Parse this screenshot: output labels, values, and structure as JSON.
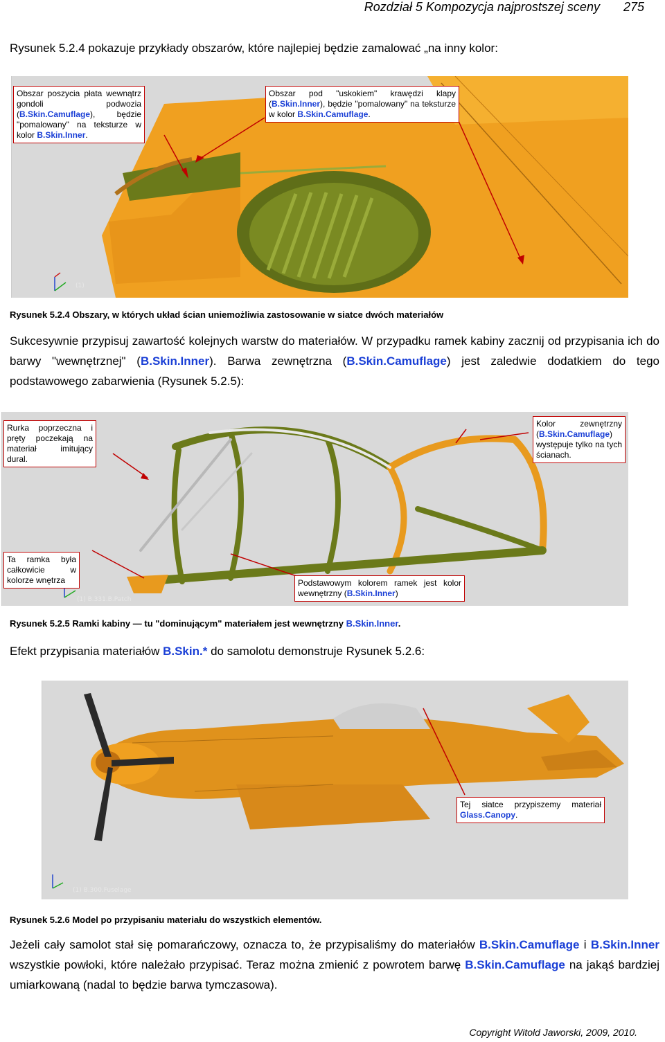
{
  "header": {
    "chapter": "Rozdział 5 Kompozycja najprostszej sceny",
    "page": "275"
  },
  "intro": "Rysunek 5.2.4 pokazuje przykłady obszarów, które najlepiej będzie zamalować „na inny kolor:",
  "fig1": {
    "callout_left": {
      "pre": "Obszar poszycia płata wewnątrz gondoli podwozia (",
      "code1": "B.Skin.Camuflage",
      "mid": "), będzie \"pomalowany\" na teksturze w kolor ",
      "code2": "B.Skin.Inner",
      "post": "."
    },
    "callout_right": {
      "pre": "Obszar pod \"uskokiem\" krawędzi klapy (",
      "code1": "B.Skin.Inner",
      "mid": "), będzie \"pomalowany\" na teksturze w kolor ",
      "code2": "B.Skin.Camuflage",
      "post": "."
    },
    "viewport_label": "(1)",
    "caption": "Rysunek 5.2.4 Obszary, w których układ ścian uniemożliwia zastosowanie w siatce dwóch materiałów"
  },
  "para2": {
    "t1": "Sukcesywnie przypisuj zawartość kolejnych warstw do materiałów. W przypadku ramek kabiny zacznij od przypisania ich do barwy \"wewnętrznej\" (",
    "c1": "B.Skin.Inner",
    "t2": "). Barwa zewnętrzna (",
    "c2": "B.Skin.Camuflage",
    "t3": ") jest zaledwie dodatkiem do tego podstawowego zabarwienia (Rysunek 5.2.5):"
  },
  "fig2": {
    "callout_tl": "Rurka poprzeczna i pręty poczekają na materiał imitujący dural.",
    "callout_tr": {
      "pre": "Kolor zewnętrzny (",
      "code": "B.Skin.Camuflage",
      "post": ") występuje tylko na tych ścianach."
    },
    "callout_bl": "Ta ramka była całkowicie w kolorze wnętrza",
    "callout_bm": {
      "pre": "Podstawowym kolorem ramek jest kolor wewnętrzny (",
      "code": "B.Skin.Inner",
      "post": ")"
    },
    "viewport_label": "(1) B.331.B.Patch",
    "caption_pre": "Rysunek 5.2.5 Ramki kabiny — tu \"dominującym\" materiałem jest wewnętrzny ",
    "caption_code": "B.Skin.Inner",
    "caption_post": "."
  },
  "para3": {
    "pre": "Efekt przypisania materiałów ",
    "code": "B.Skin.*",
    "post": " do samolotu demonstruje Rysunek 5.2.6:"
  },
  "fig3": {
    "callout": {
      "pre": "Tej siatce przypiszemy materiał ",
      "code": "Glass.Canopy",
      "post": "."
    },
    "viewport_label": "(1) B.300.Fuselage",
    "caption": "Rysunek 5.2.6 Model po przypisaniu materiału do wszystkich elementów."
  },
  "para4": {
    "t1": "Jeżeli cały samolot stał się pomarańczowy, oznacza to, że przypisaliśmy do materiałów ",
    "c1": "B.Skin.Camuflage",
    "t2": " i ",
    "c2": "B.Skin.Inner",
    "t3": " wszystkie powłoki, które należało przypisać. Teraz można zmienić z powrotem barwę ",
    "c3": "B.Skin.Camuflage",
    "t4": " na jakąś bardziej umiarkowaną (nadal to będzie barwa tymczasowa)."
  },
  "footer": "Copyright Witold Jaworski, 2009, 2010.",
  "colors": {
    "orange": "#f0a020",
    "olive": "#6b7a1a",
    "viewport": "#d9d9d9",
    "callout_border": "#c00000",
    "code_blue": "#1a3fd6"
  }
}
